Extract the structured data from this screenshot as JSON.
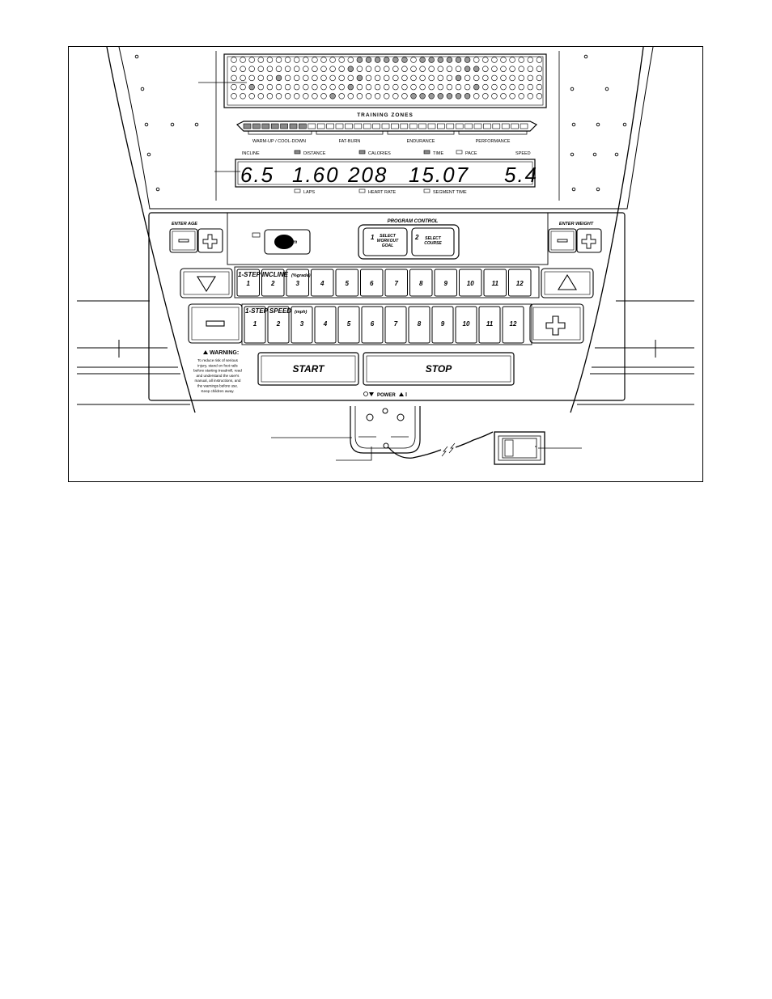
{
  "display": {
    "training_zones_title": "TRAINING ZONES",
    "zones": [
      "WARM-UP / COOL-DOWN",
      "FAT-BURN",
      "ENDURANCE",
      "PERFORMANCE"
    ],
    "labels_top": {
      "incline": "INCLINE",
      "distance": "DISTANCE",
      "calories": "CALORIES",
      "time": "TIME",
      "pace": "PACE",
      "speed": "SPEED"
    },
    "labels_bottom": {
      "laps": "LAPS",
      "heart_rate": "HEART RATE",
      "segment_time": "SEGMENT TIME"
    },
    "readouts": {
      "incline": "6.5",
      "distance": "1.60",
      "calories": "208",
      "time": "15.07",
      "speed": "5.4"
    }
  },
  "controls": {
    "enter_age": "ENTER AGE",
    "enter_weight": "ENTER WEIGHT",
    "minus": "−",
    "plus": "+",
    "ifit_logo": "iFIT.com",
    "program_control": "PROGRAM CONTROL",
    "program_buttons": [
      {
        "num": "1",
        "text": [
          "SELECT",
          "WORKOUT",
          "GOAL"
        ]
      },
      {
        "num": "2",
        "text": [
          "SELECT",
          "COURSE"
        ]
      }
    ],
    "incline_title": "1-STEP INCLINE",
    "incline_units": "(%grade)",
    "speed_title": "1-STEP SPEED",
    "speed_units": "(mph)",
    "step_keys": [
      "1",
      "2",
      "3",
      "4",
      "5",
      "6",
      "7",
      "8",
      "9",
      "10",
      "11",
      "12"
    ],
    "start": "START",
    "stop": "STOP",
    "power": "POWER",
    "warning_title": "WARNING:",
    "warning_lines": [
      "To reduce risk of serious",
      "injury, stand on foot rails",
      "before starting treadmill, read",
      "and understand the user's",
      "manual, all instructions, and",
      "the warnings before use.",
      "Keep children away."
    ]
  },
  "colors": {
    "line": "#000000",
    "lit_dot": "#9a9a9a",
    "panel": "#ffffff"
  }
}
